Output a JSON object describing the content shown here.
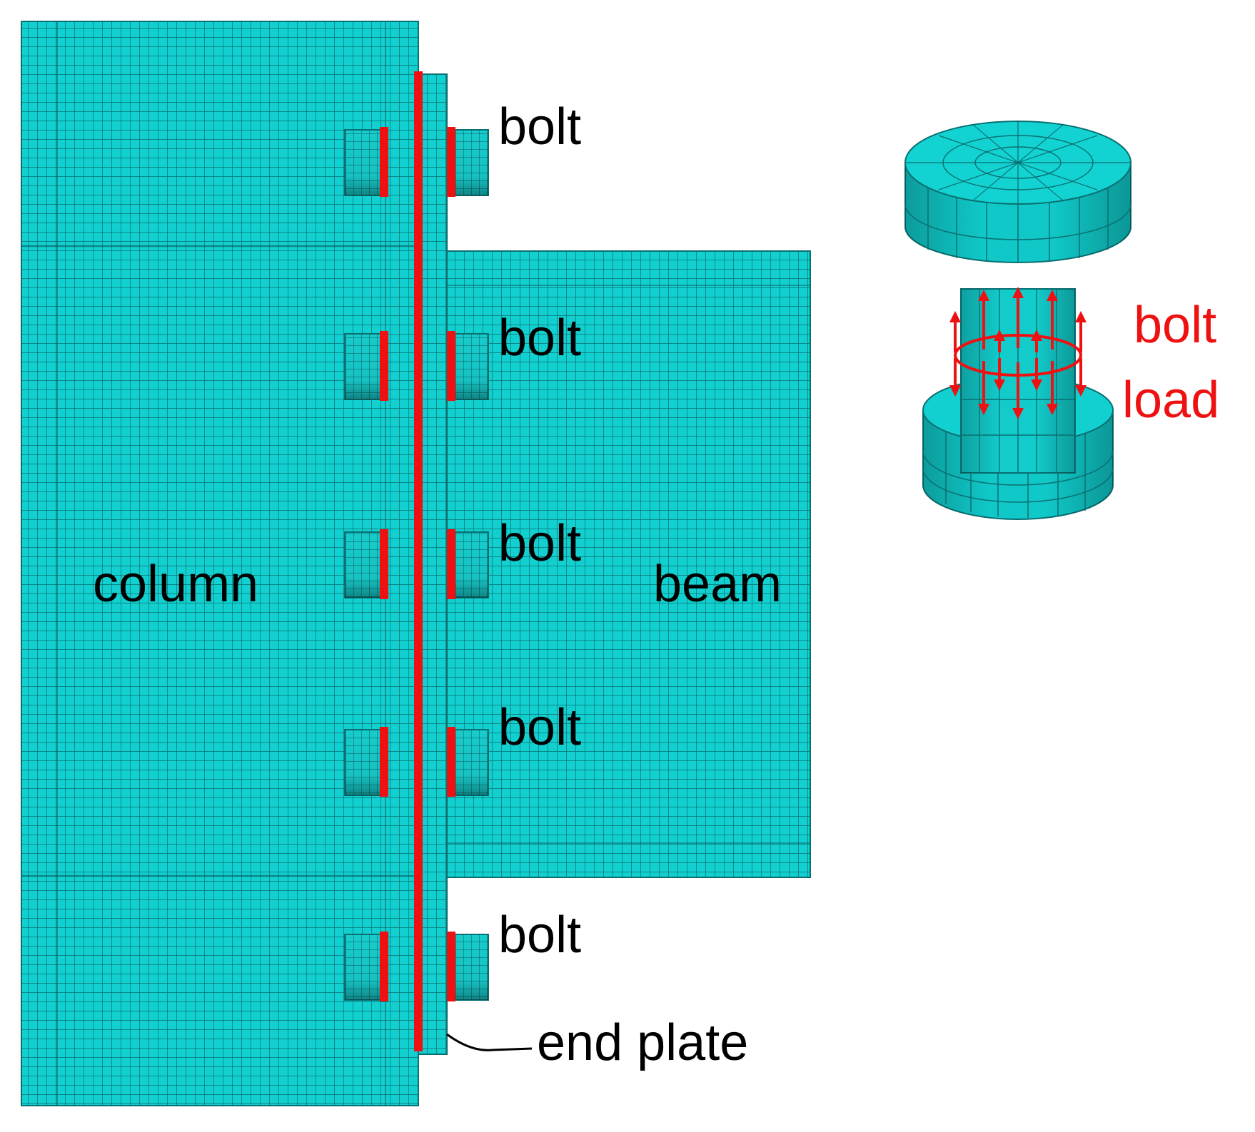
{
  "labels": {
    "bolt_1": "bolt",
    "bolt_2": "bolt",
    "bolt_3": "bolt",
    "bolt_4": "bolt",
    "bolt_5": "bolt",
    "column": "column",
    "beam": "beam",
    "end_plate": "end plate",
    "bolt_load_line1": "bolt",
    "bolt_load_line2": "load"
  },
  "colors": {
    "mesh_fill": "#12d0d0",
    "mesh_line": "#0a6f70",
    "contact_red": "#ee1111",
    "label_text": "#000000",
    "load_text": "#ee1111"
  }
}
